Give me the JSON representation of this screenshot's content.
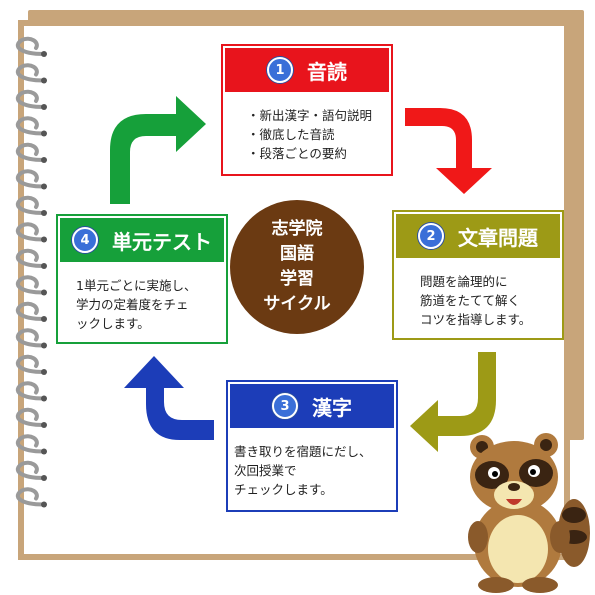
{
  "center": {
    "lines": [
      "志学院",
      "国語",
      "学習",
      "サイクル"
    ]
  },
  "steps": [
    {
      "number": "1",
      "title": "音読",
      "lines": [
        "・新出漢字・語句説明",
        "・徹底した音読",
        "・段落ごとの要約"
      ],
      "color": "#e8141c"
    },
    {
      "number": "2",
      "title": "文章問題",
      "lines": [
        "問題を論理的に",
        "筋道をたてて解く",
        "コツを指導します。"
      ],
      "color": "#9d9a16"
    },
    {
      "number": "3",
      "title": "漢字",
      "lines": [
        "書き取りを宿題にだし、",
        "次回授業で",
        "チェックします。"
      ],
      "color": "#1c3db8"
    },
    {
      "number": "4",
      "title": "単元テスト",
      "lines": [
        "1単元ごとに実施し、",
        "学力の定着度をチェ",
        "ックします。"
      ],
      "color": "#16a03a"
    }
  ],
  "colors": {
    "paper_border": "#c8a57a",
    "center": "#6b3a12",
    "ring": "#9a9a9a"
  },
  "icons": {
    "mascot": "tanuki-mascot-icon",
    "rings": "spiral-binding-icon"
  }
}
